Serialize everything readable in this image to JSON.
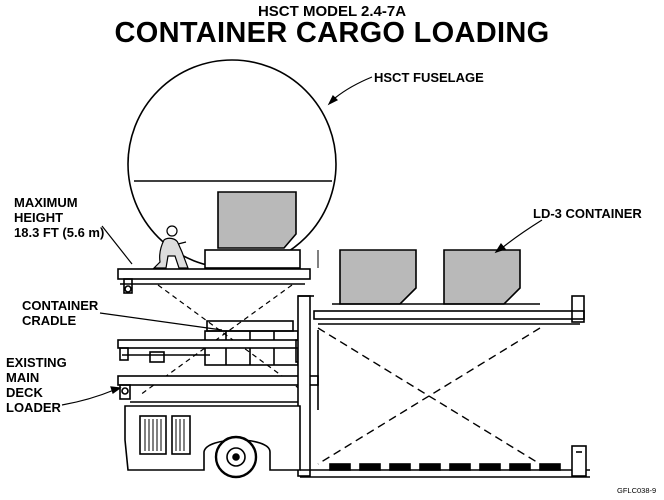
{
  "title": {
    "model": "HSCT MODEL 2.4-7A",
    "main": "CONTAINER CARGO LOADING"
  },
  "labels": {
    "fuselage": "HSCT FUSELAGE",
    "max_height": [
      "MAXIMUM",
      "HEIGHT",
      "18.3 FT (5.6 m)"
    ],
    "ld3": "LD-3 CONTAINER",
    "cradle": [
      "CONTAINER",
      "CRADLE"
    ],
    "loader": [
      "EXISTING",
      "MAIN",
      "DECK",
      "LOADER"
    ]
  },
  "figure_code": "GFLC038-9",
  "colors": {
    "line": "#000000",
    "container_fill": "#b9b9b9",
    "background": "#ffffff"
  }
}
